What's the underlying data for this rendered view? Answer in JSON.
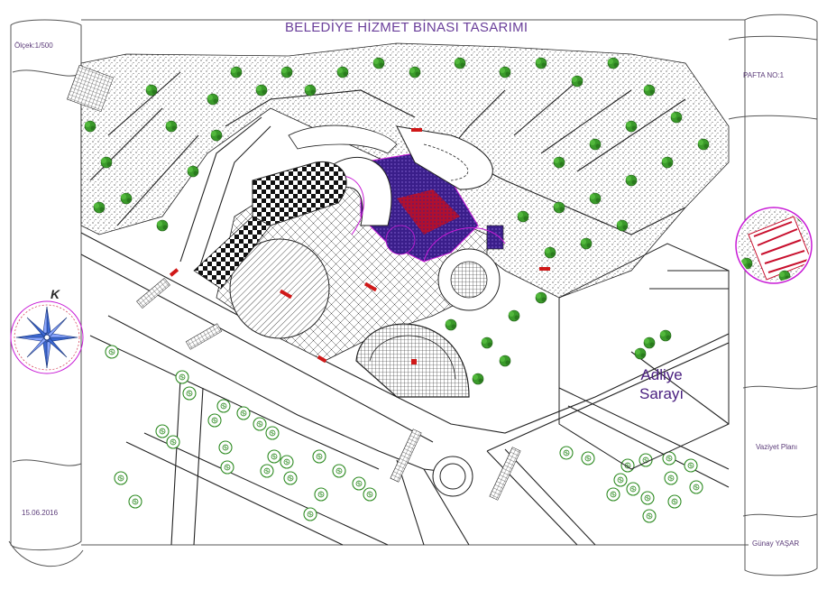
{
  "sheet": {
    "title": "BELEDİYE HİZMET   BİNASI TASARIMI",
    "scale": "Ölçek:1/500",
    "sheet_no": "PAFTA NO:1",
    "drawing_name": "Vaziyet Planı",
    "date": "15.06.2016",
    "author": "Günay YAŞAR"
  },
  "plan": {
    "courthouse_line1": "Adliye",
    "courthouse_line2": "Sarayı",
    "north_letter": "K"
  },
  "colors": {
    "line": "#1a1a1a",
    "tree": "#2e8b22",
    "plaza_purple": "#3a1e8a",
    "plaza_red": "#c8102e",
    "accent_magenta": "#c81bd6",
    "title_text": "#6a3f9a"
  },
  "icons": [
    "compass-rose-icon",
    "tree-icon",
    "location-key-plan-icon"
  ]
}
